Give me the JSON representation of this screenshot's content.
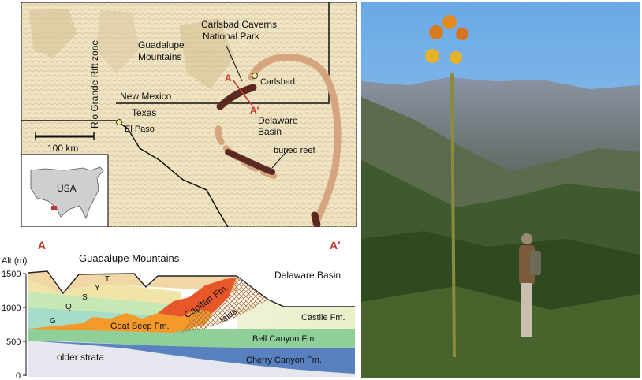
{
  "map": {
    "labels": {
      "rift": "Rio Grande Rift zone",
      "guadalupe": [
        "Guadalupe",
        "Mountains"
      ],
      "park": [
        "Carlsbad Caverns",
        "National Park"
      ],
      "carlsbad": "Carlsbad",
      "new_mexico": "New Mexico",
      "texas": "Texas",
      "el_paso": "El Paso",
      "delaware": [
        "Delaware",
        "Basin"
      ],
      "buried_reef": "buried reef",
      "a": "A",
      "a_prime": "A'",
      "scale": "100 km",
      "usa": "USA"
    }
  },
  "cross_section": {
    "a": "A",
    "a_prime": "A′",
    "axis_title": "Alt (m)",
    "ticks": [
      "1500",
      "1000",
      "500",
      "0"
    ],
    "title_left": "Guadalupe Mountains",
    "title_right": "Delaware Basin",
    "units": {
      "T": "T",
      "Y": "Y",
      "S": "S",
      "Q": "Q",
      "G": "G",
      "goat_seep": "Goat Seep Fm.",
      "capitan": "Capitan Fm.",
      "talus": "talus",
      "castile": "Castile Fm.",
      "bell": "Bell Canyon Fm.",
      "cherry": "Cherry Canyon Fm.",
      "older": "older strata"
    }
  },
  "colors": {
    "map_bg": "#efe3c2",
    "reef_exposed": "#5a2a22",
    "reef_buried": "#d6a57f",
    "older_strata": "#e6e6ee",
    "cherry": "#3f6fb6",
    "bell": "#8fcf9a",
    "castile": "#e9efc9",
    "goat_seep": "#f39a2b",
    "capitan": "#e8572a"
  }
}
